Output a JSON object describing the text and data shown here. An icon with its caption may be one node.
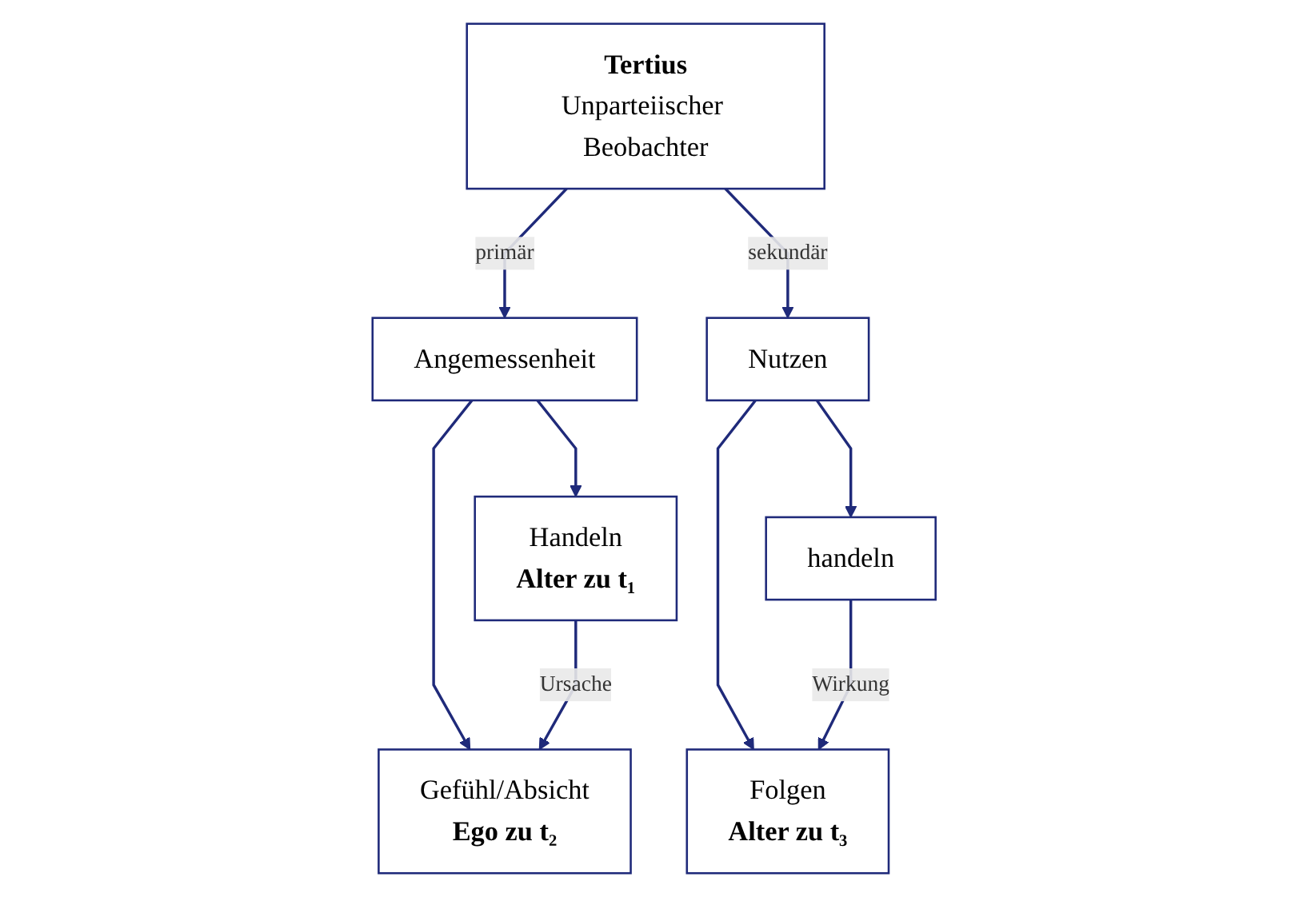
{
  "diagram": {
    "nodes": [
      {
        "text": [
          "Tertius",
          "Unparteiischer Beobachter"
        ]
      },
      {
        "text": [
          "Angemessenheit"
        ]
      },
      {
        "text": [
          "Nutzen"
        ]
      },
      {
        "text": [
          "Handeln",
          "Alter zu t₁"
        ]
      },
      {
        "text": [
          "Gefühl/Absicht",
          "Ego zu t₂"
        ]
      },
      {
        "text": [
          "handeln"
        ]
      },
      {
        "text": [
          "Folgen",
          "Alter zu t₃"
        ]
      }
    ],
    "edges": [
      {
        "from": 0,
        "to": 1,
        "arrow": "to",
        "label": "primär"
      },
      {
        "from": 0,
        "to": 2,
        "arrow": "to",
        "label": "sekundär"
      },
      {
        "from": 1,
        "to": 3,
        "arrow": "to"
      },
      {
        "from": 1,
        "to": 4,
        "arrow": "to"
      },
      {
        "from": 2,
        "to": 5,
        "arrow": "to"
      },
      {
        "from": 2,
        "to": 6,
        "arrow": "to"
      },
      {
        "from": 3,
        "to": 4,
        "arrow": "to",
        "label": "Ursache"
      },
      {
        "from": 5,
        "to": 6,
        "arrow": "to",
        "label": "Wirkung"
      }
    ]
  }
}
